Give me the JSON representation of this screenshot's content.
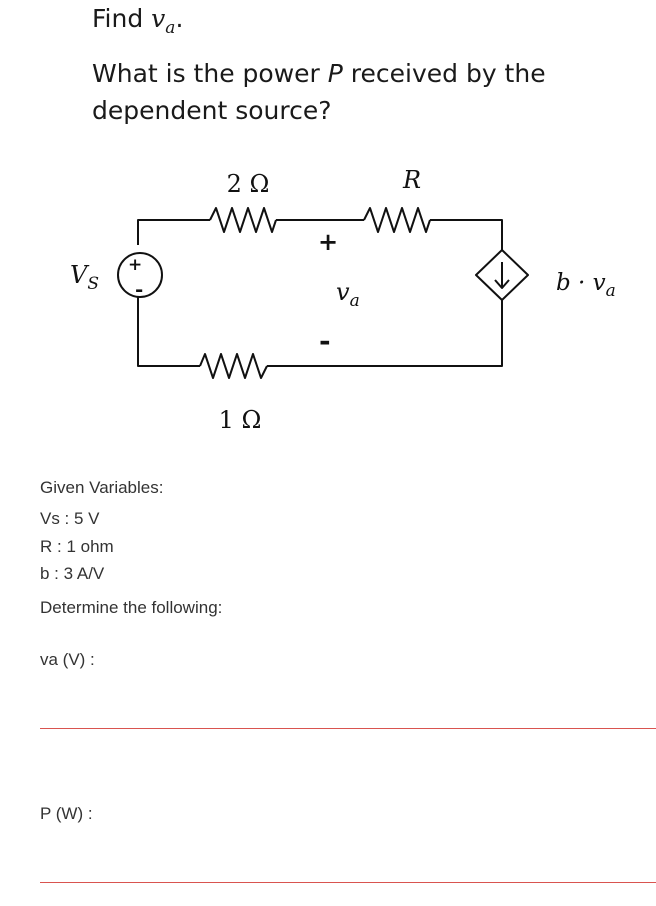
{
  "find": {
    "prefix": "Find ",
    "var": "v",
    "sub": "a",
    "suffix": "."
  },
  "question": {
    "pre": "What is the power ",
    "var": "P",
    "post": " received by the dependent source?"
  },
  "circuit": {
    "r_top_left": "2 Ω",
    "r_top_right": "R",
    "r_bottom": "1 Ω",
    "source_label": "V",
    "source_sub": "S",
    "va_label": "v",
    "va_sub": "a",
    "plus": "+",
    "minus": "-",
    "dep_label": "b · v",
    "dep_sub": "a"
  },
  "given": {
    "heading": "Given Variables:",
    "items": [
      "Vs : 5 V",
      "R : 1 ohm",
      "b : 3 A/V"
    ]
  },
  "determine": "Determine the following:",
  "answers": [
    {
      "label": "va (V) :"
    },
    {
      "label": "P (W) :"
    }
  ],
  "colors": {
    "answer_line": "#d9534f"
  }
}
